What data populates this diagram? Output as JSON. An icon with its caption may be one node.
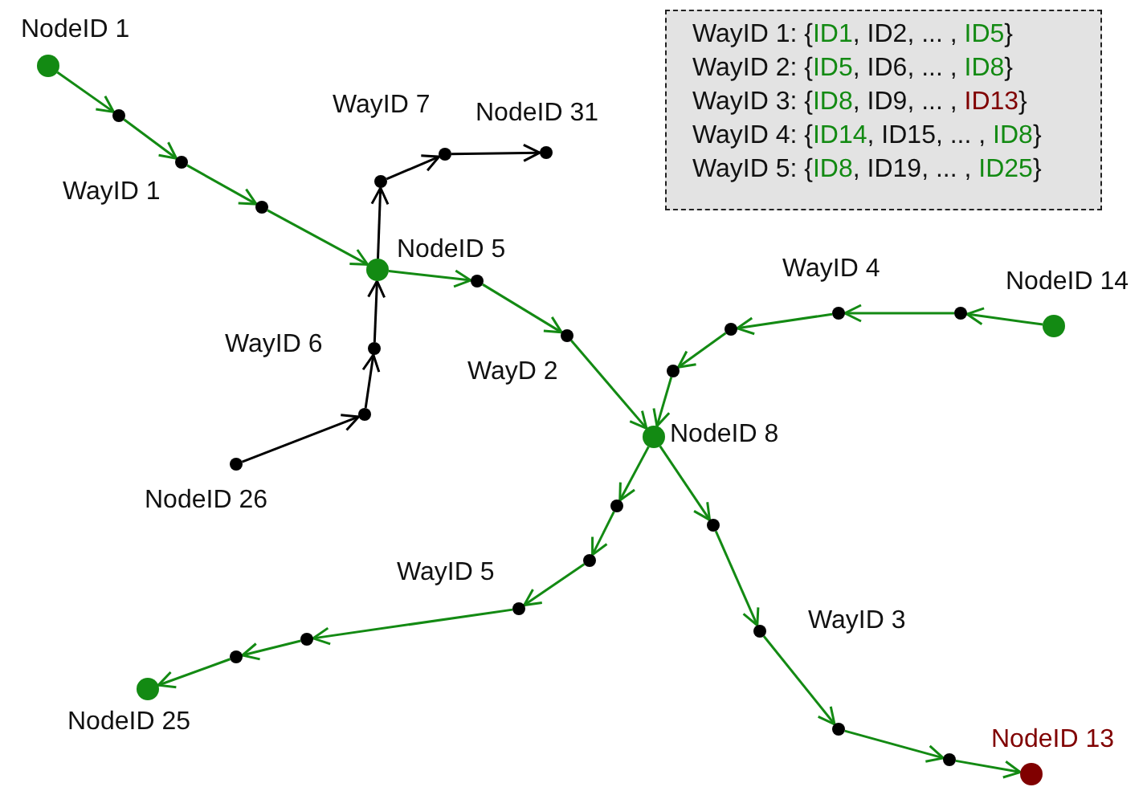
{
  "diagram": {
    "nodes": [
      {
        "text": [
          "NodeID 1"
        ]
      },
      {
        "text": [],
        "shape": "circle"
      },
      {
        "text": [],
        "shape": "circle"
      },
      {
        "text": [],
        "shape": "circle"
      },
      {
        "text": [
          "NodeID 5"
        ]
      },
      {
        "text": [],
        "shape": "circle"
      },
      {
        "text": [],
        "shape": "circle"
      },
      {
        "text": [
          "NodeID 8"
        ]
      },
      {
        "text": [],
        "shape": "circle"
      },
      {
        "text": [],
        "shape": "circle"
      },
      {
        "text": [],
        "shape": "circle"
      },
      {
        "text": [],
        "shape": "circle"
      },
      {
        "text": [
          "NodeID 13"
        ]
      },
      {
        "text": [
          "NodeID 14"
        ]
      },
      {
        "text": [],
        "shape": "circle"
      },
      {
        "text": [],
        "shape": "circle"
      },
      {
        "text": [],
        "shape": "circle"
      },
      {
        "text": [],
        "shape": "circle"
      },
      {
        "text": [],
        "shape": "circle"
      },
      {
        "text": [],
        "shape": "circle"
      },
      {
        "text": [],
        "shape": "circle"
      },
      {
        "text": [],
        "shape": "circle"
      },
      {
        "text": [],
        "shape": "circle"
      },
      {
        "text": [
          "NodeID 25"
        ]
      },
      {
        "text": [
          "NodeID 26"
        ]
      },
      {
        "text": [],
        "shape": "circle"
      },
      {
        "text": [],
        "shape": "circle"
      },
      {
        "text": [],
        "shape": "circle"
      },
      {
        "text": [],
        "shape": "circle"
      },
      {
        "text": [
          "NodeID 31"
        ]
      },
      {
        "text": [
          "WayID 1: {ID1, ID2, ... , ID5}",
          "WayID 2: {ID5, ID6, ... , ID8}",
          "WayID 3: {ID8, ID9, ... , ID13}",
          "WayID 4: {ID14, ID15, ... , ID8}",
          "WayID 5: {ID8, ID19, ... , ID25}"
        ]
      }
    ],
    "edges": [
      {
        "from": 0,
        "to": 1,
        "arrow": "to"
      },
      {
        "from": 1,
        "to": 2,
        "arrow": "to"
      },
      {
        "from": 2,
        "to": 3,
        "arrow": "to"
      },
      {
        "from": 3,
        "to": 4,
        "arrow": "to"
      },
      {
        "from": 4,
        "to": 5,
        "arrow": "to"
      },
      {
        "from": 5,
        "to": 6,
        "arrow": "to"
      },
      {
        "from": 6,
        "to": 7,
        "arrow": "to"
      },
      {
        "from": 7,
        "to": 8,
        "arrow": "to"
      },
      {
        "from": 8,
        "to": 9,
        "arrow": "to"
      },
      {
        "from": 9,
        "to": 10,
        "arrow": "to"
      },
      {
        "from": 10,
        "to": 11,
        "arrow": "to"
      },
      {
        "from": 11,
        "to": 12,
        "arrow": "to"
      },
      {
        "from": 13,
        "to": 14,
        "arrow": "to"
      },
      {
        "from": 14,
        "to": 15,
        "arrow": "to"
      },
      {
        "from": 15,
        "to": 16,
        "arrow": "to"
      },
      {
        "from": 16,
        "to": 17,
        "arrow": "to"
      },
      {
        "from": 17,
        "to": 7,
        "arrow": "to"
      },
      {
        "from": 7,
        "to": 18,
        "arrow": "to"
      },
      {
        "from": 18,
        "to": 19,
        "arrow": "to"
      },
      {
        "from": 19,
        "to": 20,
        "arrow": "to"
      },
      {
        "from": 20,
        "to": 21,
        "arrow": "to"
      },
      {
        "from": 21,
        "to": 22,
        "arrow": "to"
      },
      {
        "from": 22,
        "to": 23,
        "arrow": "to"
      },
      {
        "from": 24,
        "to": 25,
        "arrow": "to",
        "color": "#000000"
      },
      {
        "from": 25,
        "to": 26,
        "arrow": "to",
        "color": "#000000"
      },
      {
        "from": 26,
        "to": 4,
        "arrow": "to",
        "color": "#000000"
      },
      {
        "from": 4,
        "to": 27,
        "arrow": "to",
        "color": "#000000"
      },
      {
        "from": 27,
        "to": 28,
        "arrow": "to",
        "color": "#000000"
      },
      {
        "from": 28,
        "to": 29,
        "arrow": "to",
        "color": "#000000"
      }
    ],
    "labels": [
      "WayID 7",
      "WayID 1",
      "WayID 4",
      "WayID 6",
      "WayD 2",
      "WayID 5",
      "WayID 3"
    ]
  }
}
